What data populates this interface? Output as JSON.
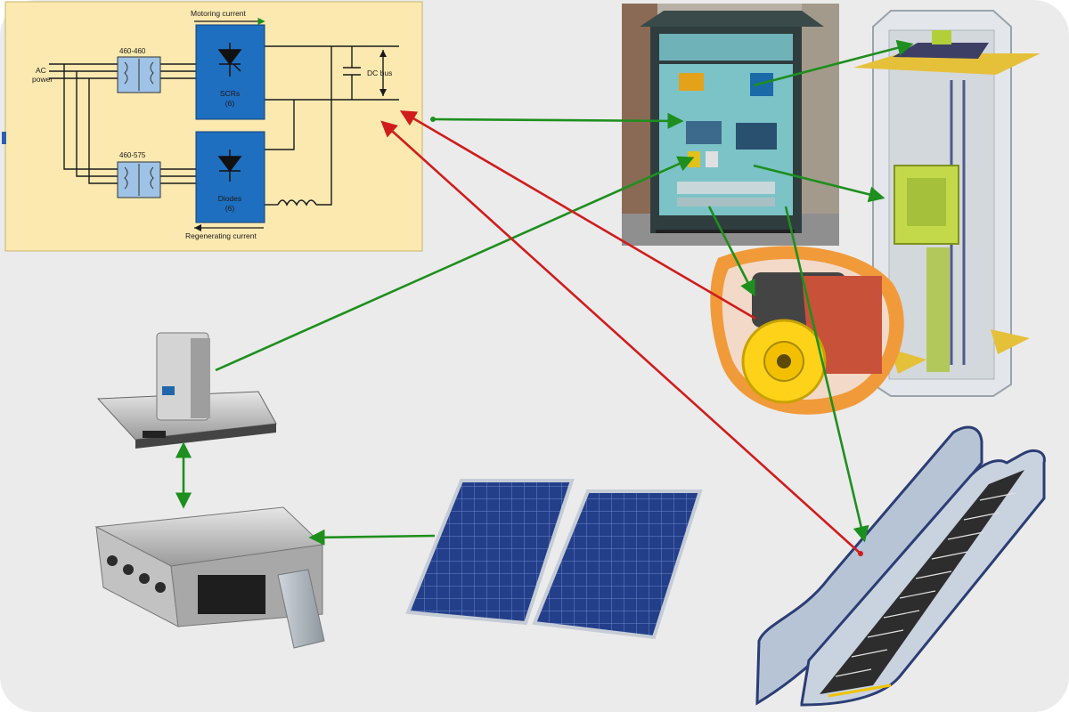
{
  "circuit": {
    "motoring_current": "Motoring current",
    "regenerating_current": "Regenerating current",
    "ac_power_line1": "AC",
    "ac_power_line2": "power",
    "transformer_top": "460-460",
    "transformer_bottom": "460-575",
    "scrs_line1": "SCRs",
    "scrs_line2": "(6)",
    "diodes_line1": "Diodes",
    "diodes_line2": "(6)",
    "dc_bus": "DC bus"
  },
  "colors": {
    "circuit_bg": "#fbe9b0",
    "device_block": "#1f6fc0",
    "green_arrow": "#1e8f1e",
    "red_arrow": "#d11c1c",
    "background": "#ebebeb"
  },
  "icons": [
    "circuit-diagram",
    "elevator-control-cabinet-photo",
    "elevator-shaft-icon",
    "traction-motor-icon",
    "escalator-icon",
    "solar-panel-icon",
    "power-inverter-icon",
    "energy-storage-unit-icon"
  ]
}
